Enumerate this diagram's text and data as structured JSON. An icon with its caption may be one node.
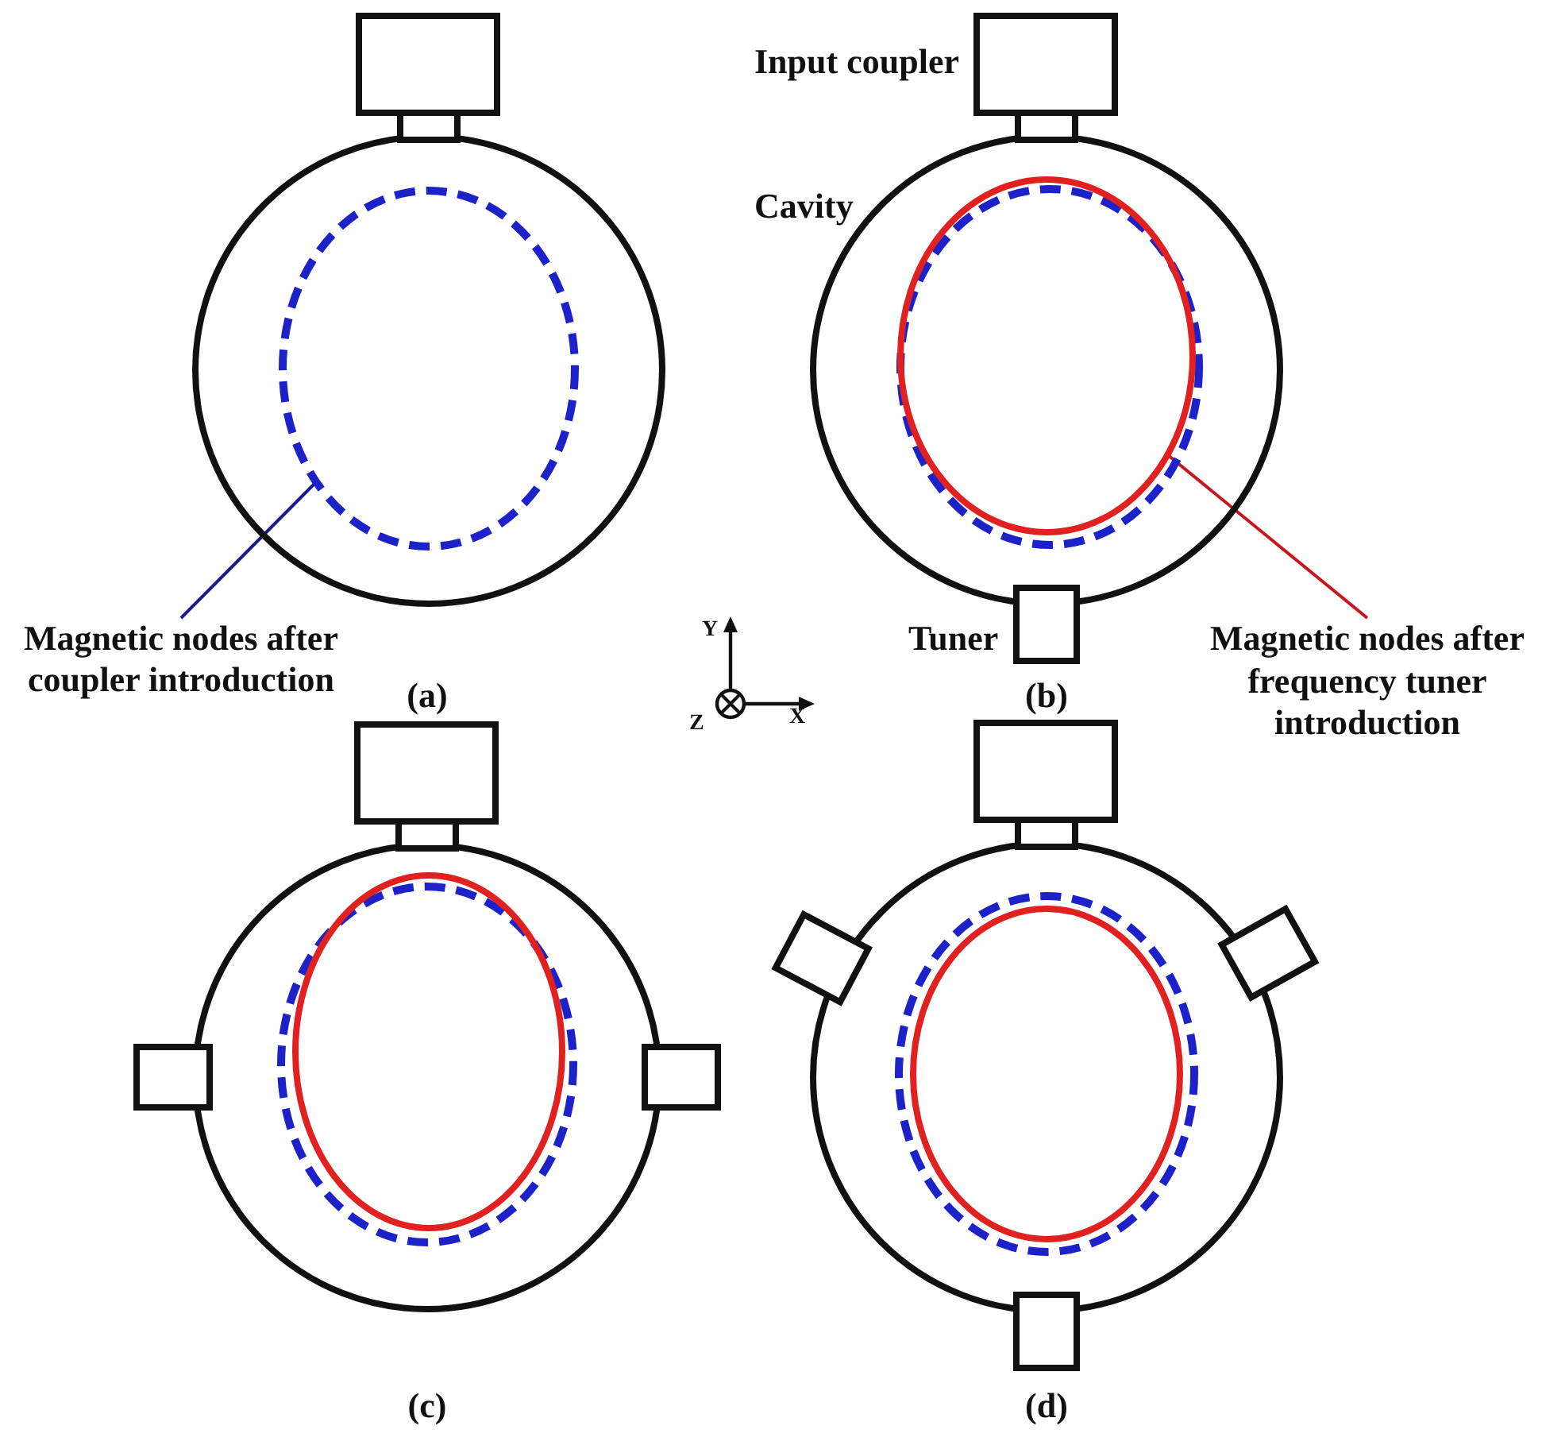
{
  "diagram": {
    "nodes": [
      {
        "text": [],
        "shape": "ellipse"
      },
      {
        "text": [],
        "shape": "ellipse"
      },
      {
        "text": [
          "Magnetic nodes after coupler introduction"
        ]
      },
      {
        "text": [
          "Magnetic nodes after frequency tuner introduction"
        ]
      }
    ],
    "edges": [
      {
        "from": 2,
        "to": 0,
        "arrow": "none",
        "color": "#1a1a8c"
      },
      {
        "from": 3,
        "to": 1,
        "arrow": "none",
        "color": "#c8161d"
      }
    ],
    "labels": [
      "Input coupler",
      "Cavity",
      "Y",
      "Tuner",
      "(a)",
      "Z",
      "X",
      "(b)",
      "(c)",
      "(d)"
    ]
  }
}
